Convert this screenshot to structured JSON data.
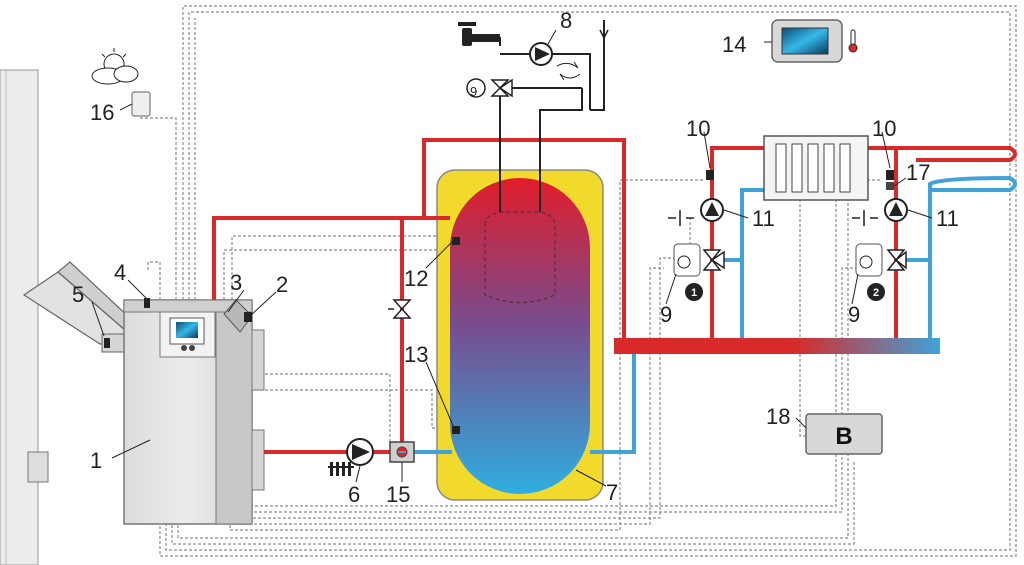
{
  "labels": {
    "boiler": "1",
    "boiler_sensor": "2",
    "controller": "3",
    "feeder_sensor": "4",
    "feeder": "5",
    "boiler_pump": "6",
    "buffer_tank": "7",
    "dhw_pump": "8",
    "mixing_valve": "9",
    "circuit_sensor": "10",
    "circuit_pump": "11",
    "upper_sensor": "12",
    "lower_sensor": "13",
    "room_panel": "14",
    "return_valve": "15",
    "outdoor_sensor": "16",
    "thermostat": "17",
    "module": "18",
    "circuit1": "1",
    "circuit2": "2",
    "module_letter": "B"
  },
  "icons": [
    "sun-cloud-icon",
    "tap-icon",
    "thermometer-icon",
    "radiator-icon",
    "pump-icon",
    "valve-icon",
    "underfloor-coil-icon"
  ],
  "colors": {
    "hot": "#d82a2a",
    "cold": "#3fa2d8",
    "insulation": "#f2da2c",
    "boiler": "#e6e6e6",
    "control_wire": "#8c8c8c"
  }
}
